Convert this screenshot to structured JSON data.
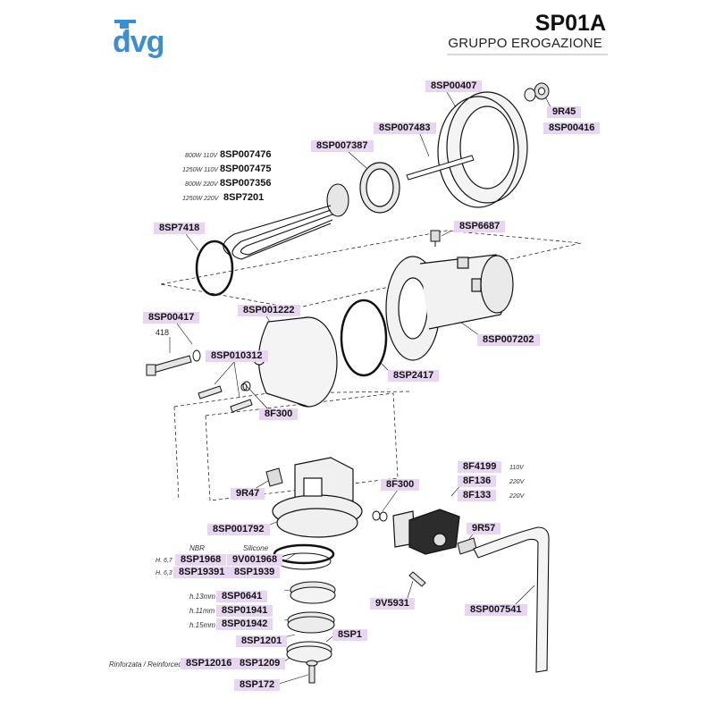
{
  "header": {
    "brand": "dvg",
    "code": "SP01A",
    "title": "GRUPPO EROGAZIONE"
  },
  "colors": {
    "brand_blue": "#3b8fcf",
    "label_bg": "#e7d6f0"
  },
  "labels": {
    "l8SP00407": "8SP00407",
    "l9R45": "9R45",
    "l8SP00416": "8SP00416",
    "l8SP007483": "8SP007483",
    "l8SP007387": "8SP007387",
    "l8SP007476": "8SP007476",
    "l8SP007475": "8SP007475",
    "l8SP007356": "8SP007356",
    "l8SP7201": "8SP7201",
    "l8SP7418": "8SP7418",
    "l8SP6687": "8SP6687",
    "l8SP00417": "8SP00417",
    "l8SP001222": "8SP001222",
    "l8SP007202": "8SP007202",
    "l8SP010312": "8SP010312",
    "l8SP2417": "8SP2417",
    "l8F300a": "8F300",
    "l8F4199": "8F4199",
    "l8F136": "8F136",
    "l8F133": "8F133",
    "l9R47": "9R47",
    "l8F300b": "8F300",
    "l8SP001792": "8SP001792",
    "l9R57": "9R57",
    "l8SP1968": "8SP1968",
    "l9V001968": "9V001968",
    "l8SP19391": "8SP19391",
    "l8SP1939": "8SP1939",
    "l8SP0641": "8SP0641",
    "l8SP01941": "8SP01941",
    "l8SP01942": "8SP01942",
    "l9V5931": "9V5931",
    "l8SP007541": "8SP007541",
    "l8SP1201": "8SP1201",
    "l8SP1": "8SP1",
    "l8SP12016": "8SP12016",
    "l8SP1209": "8SP1209",
    "l8SP172": "8SP172"
  },
  "notes": {
    "w800_110": "800W 110V",
    "w1250_110": "1250W 110V",
    "w800_220": "800W 220V",
    "w1250_220": "1250W 220V",
    "n418": "418",
    "v110": "110V",
    "v220a": "220V",
    "v220b": "220V",
    "nbr": "NBR",
    "silicone": "Silicone",
    "h67": "H. 6,7",
    "h63": "H. 6,3",
    "h13": "h.13mm",
    "h11": "h.11mm",
    "h15": "h.15mm",
    "reinforced": "Rinforzata / Reinforced"
  }
}
